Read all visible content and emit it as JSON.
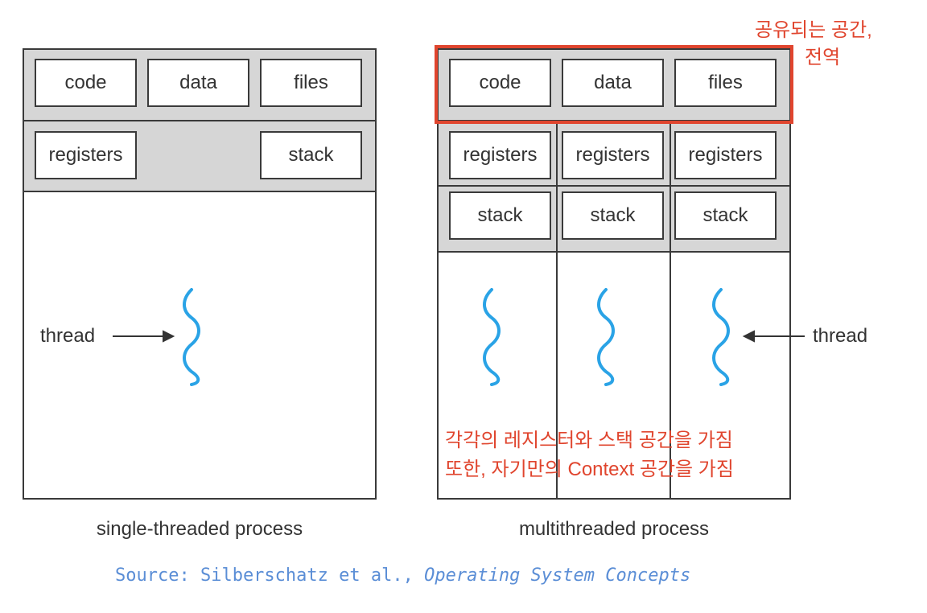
{
  "single": {
    "code": "code",
    "data": "data",
    "files": "files",
    "registers": "registers",
    "stack": "stack",
    "thread_label": "thread",
    "caption": "single-threaded process"
  },
  "multi": {
    "code": "code",
    "data": "data",
    "files": "files",
    "registers": [
      "registers",
      "registers",
      "registers"
    ],
    "stacks": [
      "stack",
      "stack",
      "stack"
    ],
    "thread_label": "thread",
    "caption": "multithreaded process"
  },
  "annotations": {
    "shared_line1": "공유되는 공간,",
    "shared_line2": "전역",
    "own_line1": "각각의 레지스터와 스택 공간을 가짐",
    "own_line2": "또한, 자기만의 Context 공간을 가짐"
  },
  "source": {
    "prefix": "Source: Silberschatz et al., ",
    "title": "Operating System Concepts"
  },
  "colors": {
    "highlight": "#e0452e",
    "thread": "#2aa3e6",
    "source": "#5b8ed6",
    "band": "#d6d6d6"
  }
}
